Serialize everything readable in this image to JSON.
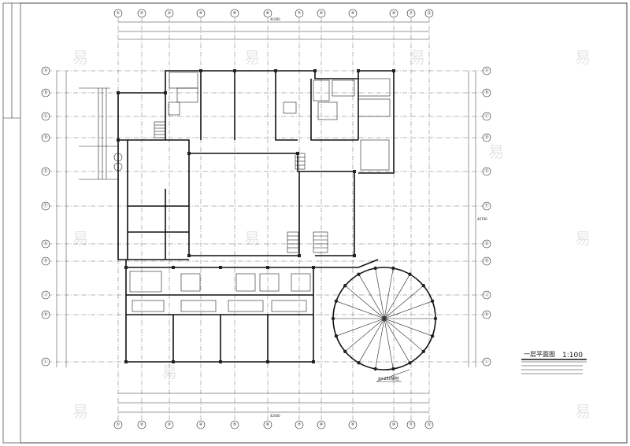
{
  "drawing": {
    "title": "一层平面图",
    "scale": "1:100",
    "column_tag": "d=250钢柱",
    "watermark_glyph": "易"
  },
  "dimensions": {
    "overall_width_top": "41000",
    "overall_width_bottom": "42000",
    "overall_depth": "40700"
  },
  "grid_top": [
    "①",
    "②",
    "③",
    "④",
    "⑤",
    "⑥",
    "⑦",
    "⑧",
    "⑨",
    "⑩",
    "⑪",
    "⑫"
  ],
  "grid_left": [
    "Ⓐ",
    "Ⓑ",
    "Ⓒ",
    "Ⓓ",
    "Ⓔ",
    "Ⓕ",
    "Ⓖ",
    "Ⓗ",
    "Ⓙ",
    "Ⓚ",
    "Ⓛ"
  ],
  "colors": {
    "line": "#111111",
    "watermark": "#e6e6e6"
  }
}
